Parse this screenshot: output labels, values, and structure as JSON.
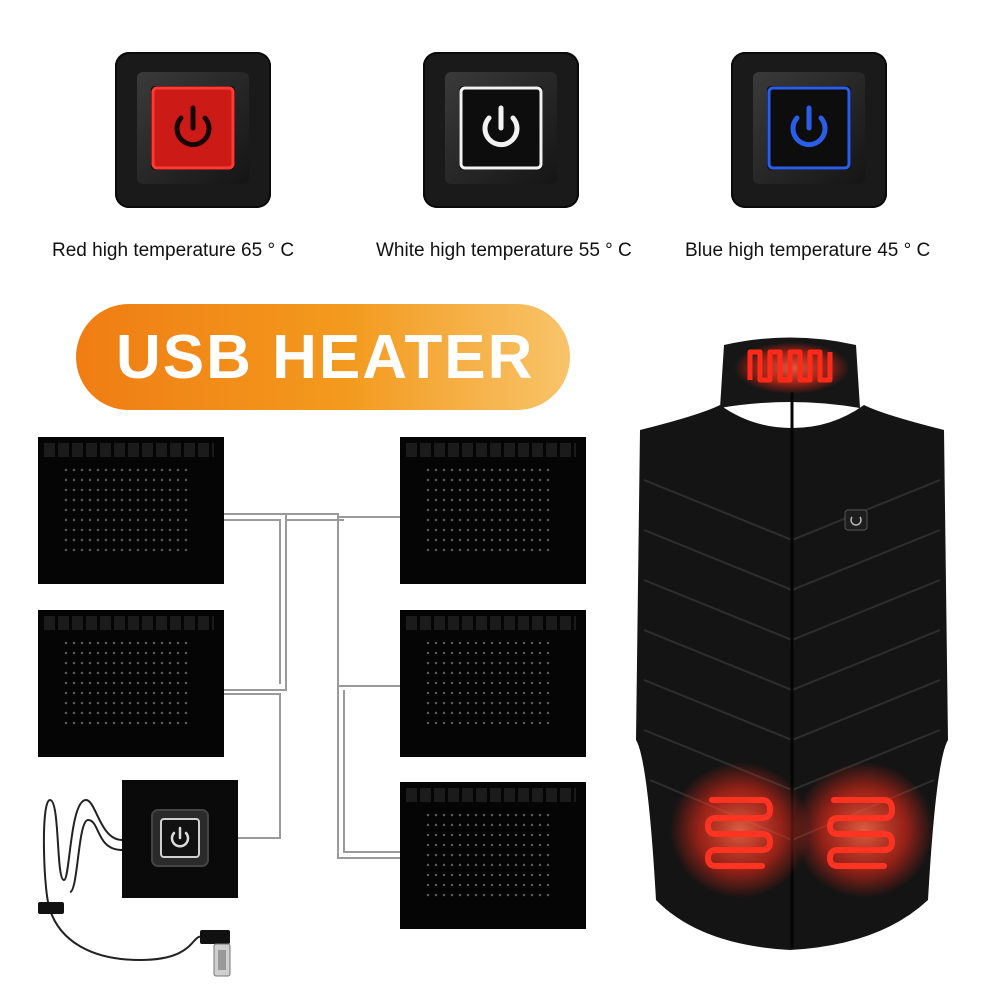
{
  "switches": [
    {
      "caption": "Red high temperature 65 ° C",
      "color": "#e8221c"
    },
    {
      "caption": "White high temperature 55 ° C",
      "color": "#f2f2f2"
    },
    {
      "caption": "Blue high temperature 45 ° C",
      "color": "#2a5ee8"
    }
  ],
  "banner": {
    "label": "USB HEATER",
    "gradient_start": "#f07d13",
    "gradient_end": "#f8c46a"
  },
  "heating_pad_count": 5,
  "vest": {
    "color": "#111111",
    "heat_color": "#ff3322",
    "icon": "power-button-icon"
  }
}
